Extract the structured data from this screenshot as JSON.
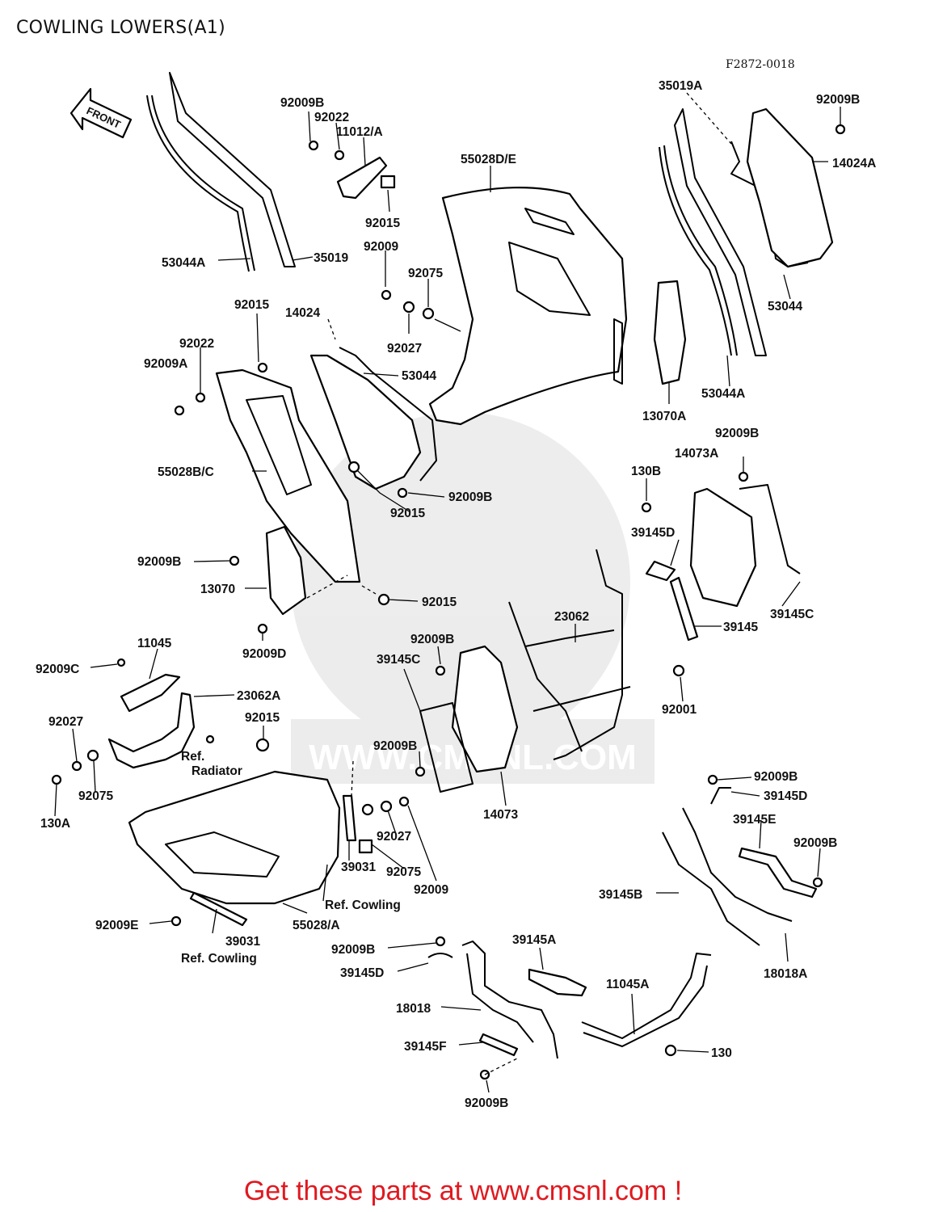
{
  "title": "COWLING LOWERS(A1)",
  "diagram_code": "F2872-0018",
  "front_arrow_label": "FRONT",
  "footer": "Get these parts at www.cmsnl.com !",
  "watermark_text": "WWW.CMSNL.COM",
  "labels": [
    {
      "id": "l1",
      "text": "92009B"
    },
    {
      "id": "l2",
      "text": "92022"
    },
    {
      "id": "l3",
      "text": "11012/A"
    },
    {
      "id": "l4",
      "text": "92015"
    },
    {
      "id": "l5",
      "text": "55028D/E"
    },
    {
      "id": "l6",
      "text": "53044A"
    },
    {
      "id": "l7",
      "text": "35019"
    },
    {
      "id": "l8",
      "text": "92009"
    },
    {
      "id": "l9",
      "text": "92075"
    },
    {
      "id": "l10",
      "text": "92027"
    },
    {
      "id": "l11",
      "text": "35019A"
    },
    {
      "id": "l12",
      "text": "92009B"
    },
    {
      "id": "l13",
      "text": "14024A"
    },
    {
      "id": "l14",
      "text": "53044"
    },
    {
      "id": "l15",
      "text": "53044A"
    },
    {
      "id": "l16",
      "text": "13070A"
    },
    {
      "id": "l17",
      "text": "92015"
    },
    {
      "id": "l18",
      "text": "14024"
    },
    {
      "id": "l19",
      "text": "92022"
    },
    {
      "id": "l20",
      "text": "92009A"
    },
    {
      "id": "l21",
      "text": "53044"
    },
    {
      "id": "l22",
      "text": "55028B/C"
    },
    {
      "id": "l23",
      "text": "92015"
    },
    {
      "id": "l24",
      "text": "92009B"
    },
    {
      "id": "l25",
      "text": "92009B"
    },
    {
      "id": "l26",
      "text": "13070"
    },
    {
      "id": "l27",
      "text": "92015"
    },
    {
      "id": "l28",
      "text": "92009D"
    },
    {
      "id": "l29",
      "text": "14073A"
    },
    {
      "id": "l30",
      "text": "92009B"
    },
    {
      "id": "l31",
      "text": "130B"
    },
    {
      "id": "l32",
      "text": "39145D"
    },
    {
      "id": "l33",
      "text": "39145C"
    },
    {
      "id": "l34",
      "text": "39145"
    },
    {
      "id": "l35",
      "text": "23062"
    },
    {
      "id": "l36",
      "text": "92009B"
    },
    {
      "id": "l37",
      "text": "39145C"
    },
    {
      "id": "l38",
      "text": "92001"
    },
    {
      "id": "l39",
      "text": "92009B"
    },
    {
      "id": "l40",
      "text": "14073"
    },
    {
      "id": "l41",
      "text": "11045"
    },
    {
      "id": "l42",
      "text": "92009C"
    },
    {
      "id": "l43",
      "text": "23062A"
    },
    {
      "id": "l44",
      "text": "92027"
    },
    {
      "id": "l45",
      "text": "92015"
    },
    {
      "id": "l46",
      "text": "Ref."
    },
    {
      "id": "l47",
      "text": "Radiator"
    },
    {
      "id": "l48",
      "text": "92075"
    },
    {
      "id": "l49",
      "text": "130A"
    },
    {
      "id": "l50",
      "text": "92027"
    },
    {
      "id": "l51",
      "text": "92075"
    },
    {
      "id": "l52",
      "text": "39031"
    },
    {
      "id": "l53",
      "text": "92009"
    },
    {
      "id": "l54",
      "text": "Ref. Cowling"
    },
    {
      "id": "l55",
      "text": "55028/A"
    },
    {
      "id": "l56",
      "text": "92009E"
    },
    {
      "id": "l57",
      "text": "39031"
    },
    {
      "id": "l58",
      "text": "Ref. Cowling"
    },
    {
      "id": "l59",
      "text": "92009B"
    },
    {
      "id": "l60",
      "text": "39145D"
    },
    {
      "id": "l61",
      "text": "39145E"
    },
    {
      "id": "l62",
      "text": "92009B"
    },
    {
      "id": "l63",
      "text": "39145B"
    },
    {
      "id": "l64",
      "text": "18018A"
    },
    {
      "id": "l65",
      "text": "92009B"
    },
    {
      "id": "l66",
      "text": "39145A"
    },
    {
      "id": "l67",
      "text": "39145D"
    },
    {
      "id": "l68",
      "text": "11045A"
    },
    {
      "id": "l69",
      "text": "18018"
    },
    {
      "id": "l70",
      "text": "39145F"
    },
    {
      "id": "l71",
      "text": "130"
    },
    {
      "id": "l72",
      "text": "92009B"
    }
  ]
}
